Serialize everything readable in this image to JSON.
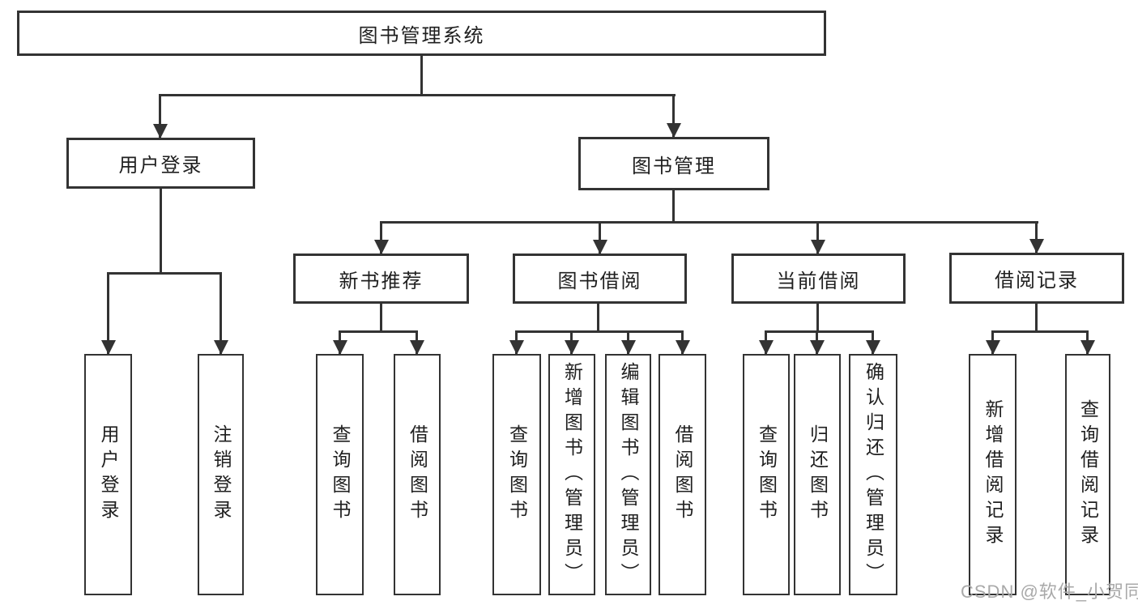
{
  "diagram_title": "图书管理系统",
  "tree": {
    "root": {
      "label": "图书管理系统",
      "children": [
        {
          "label": "用户登录",
          "children": [
            {
              "label": "用户登录"
            },
            {
              "label": "注销登录"
            }
          ]
        },
        {
          "label": "图书管理",
          "children": [
            {
              "label": "新书推荐",
              "children": [
                {
                  "label": "查询图书"
                },
                {
                  "label": "借阅图书"
                }
              ]
            },
            {
              "label": "图书借阅",
              "children": [
                {
                  "label": "查询图书"
                },
                {
                  "label": "新增图书（管理员）"
                },
                {
                  "label": "编辑图书（管理员）"
                },
                {
                  "label": "借阅图书"
                }
              ]
            },
            {
              "label": "当前借阅",
              "children": [
                {
                  "label": "查询图书"
                },
                {
                  "label": "归还图书"
                },
                {
                  "label": "确认归还（管理员）"
                }
              ]
            },
            {
              "label": "借阅记录",
              "children": [
                {
                  "label": "新增借阅记录"
                },
                {
                  "label": "查询借阅记录"
                }
              ]
            }
          ]
        }
      ]
    }
  },
  "watermark": {
    "text": "CSDN @软件_小贺同学"
  },
  "colors": {
    "background": "#ffffff",
    "line": "#333333",
    "box_border": "#333333",
    "text": "#1f1f1f",
    "watermark": "#a9a9a9"
  }
}
